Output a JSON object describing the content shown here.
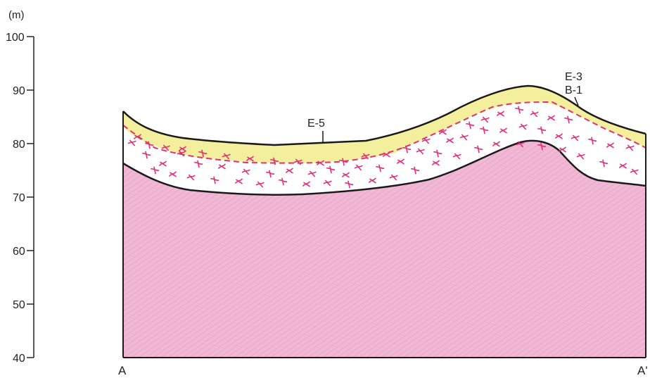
{
  "y_axis": {
    "unit": "(m)",
    "ticks": [
      "100",
      "90",
      "80",
      "70",
      "60",
      "50",
      "40"
    ]
  },
  "boreholes": [
    {
      "label": "E-5"
    },
    {
      "label": "E-3"
    },
    {
      "label": "B-1"
    }
  ],
  "section_ends": {
    "start": "A",
    "end": "A'"
  },
  "colors": {
    "topsoil": "#f3ef9c",
    "weathered_mark": "#e0307a",
    "weathered_fill": "#ffffff",
    "bedrock": "#f1b8d6",
    "outline": "#1a1a1a"
  }
}
